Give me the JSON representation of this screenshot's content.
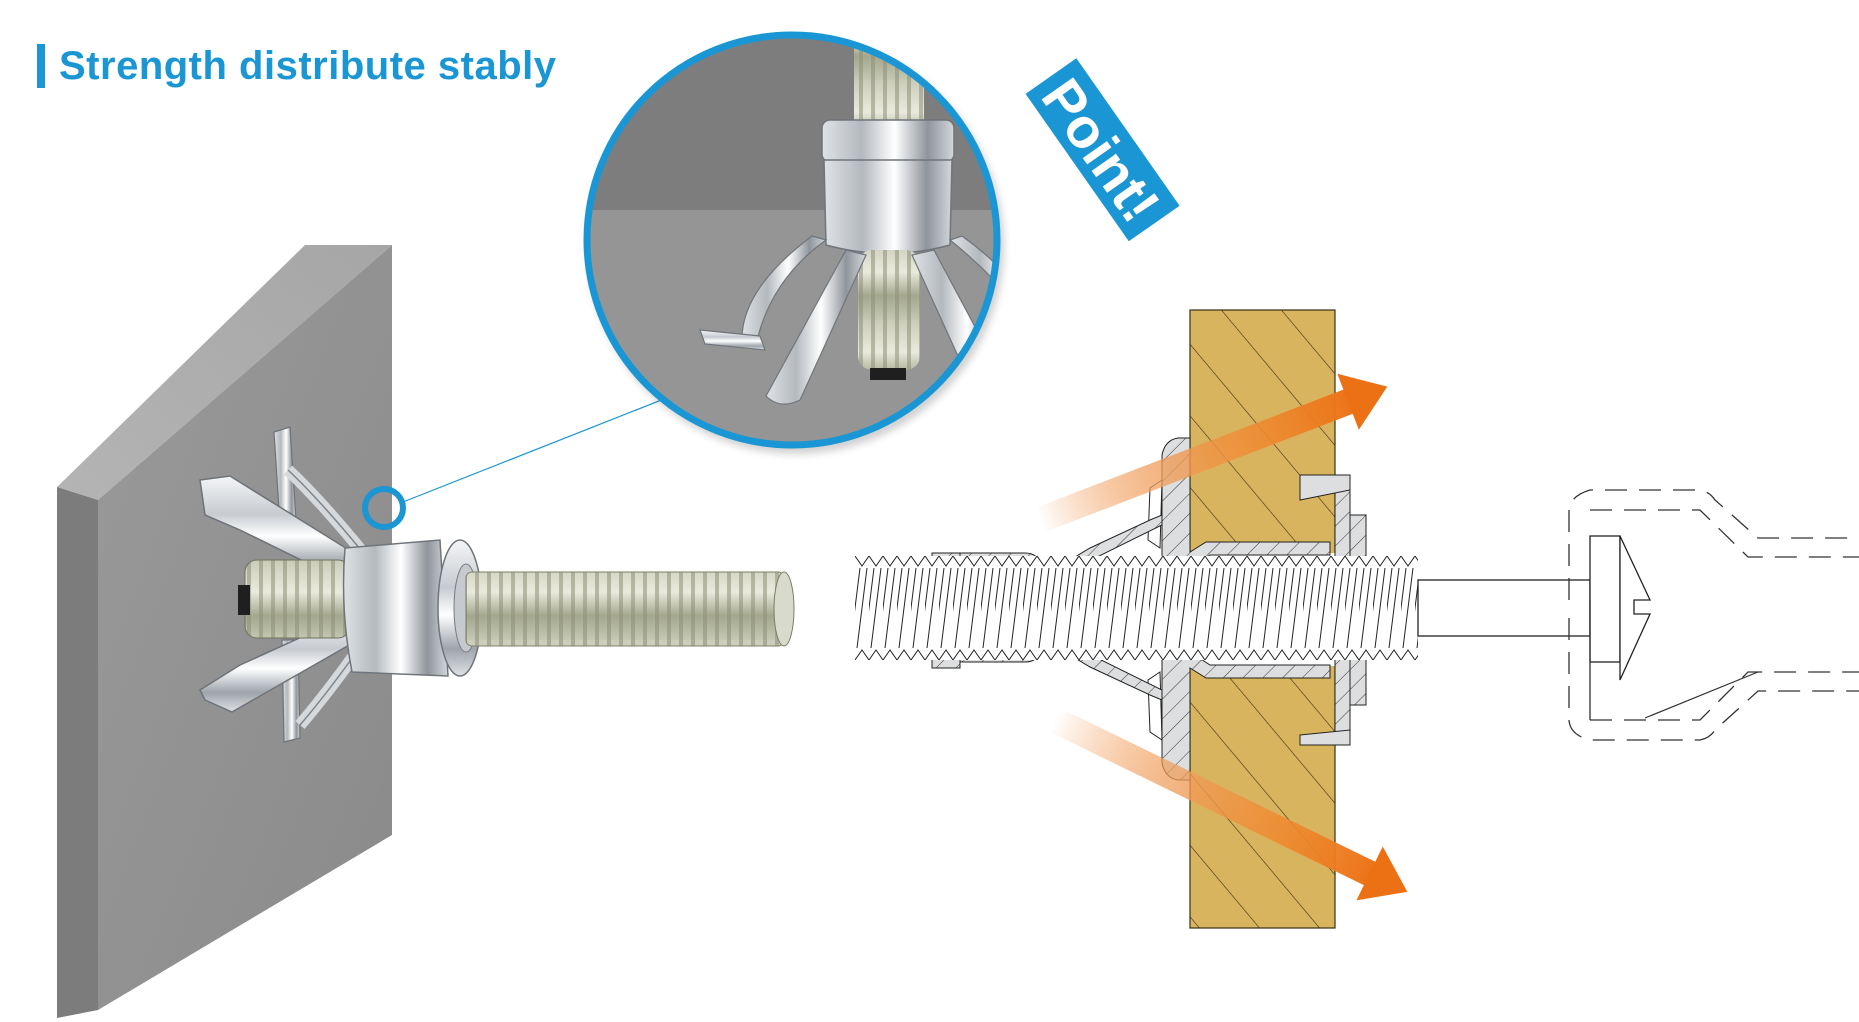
{
  "title": {
    "text": "Strength distribute stably",
    "color": "#1a96d4"
  },
  "badge": {
    "text": "Point!",
    "bg_color": "#1a96d4",
    "text_color": "#ffffff"
  },
  "colors": {
    "accent_blue": "#1a96d4",
    "wood": "#d9b45e",
    "anchor_section": "#dcdedf",
    "arrow_orange": "#ec7418",
    "board_gray": "#8e8e8e",
    "line": "#222222"
  },
  "figures": [
    {
      "id": "photo-anchor-in-board",
      "description": "Expanded hollow wall anchor installed in gray board"
    },
    {
      "id": "zoom-detail",
      "description": "Magnified view of anchor legs gripping back of board"
    },
    {
      "id": "cross-section",
      "description": "Cross-section of anchor in wood panel with force-distribution arrows"
    }
  ]
}
